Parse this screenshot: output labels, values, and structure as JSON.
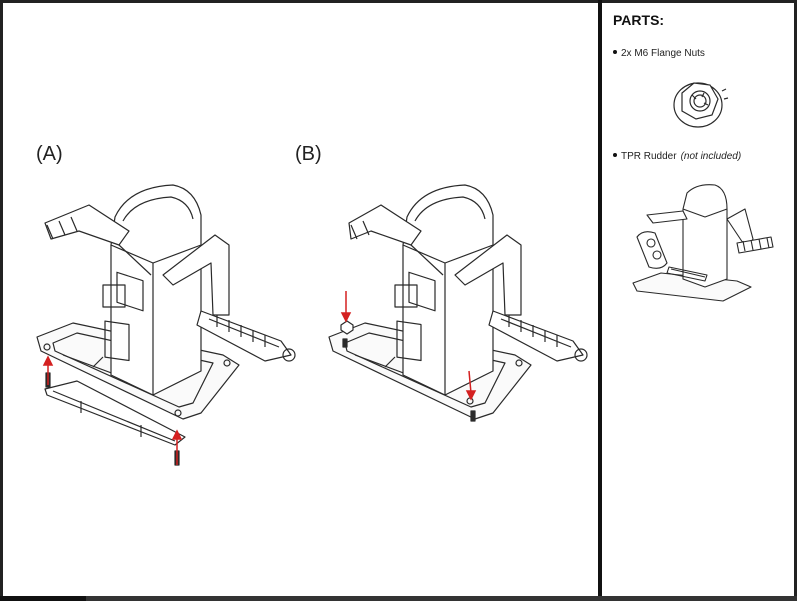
{
  "steps": [
    {
      "label": "(A)"
    },
    {
      "label": "(B)"
    }
  ],
  "parts": {
    "title": "PARTS:",
    "items": [
      {
        "name": "2x M6 Flange Nuts",
        "note": "",
        "icon": "flange-nut-icon"
      },
      {
        "name": "TPR Rudder",
        "note": "(not included)",
        "icon": "tpr-rudder-icon"
      }
    ]
  },
  "colors": {
    "line": "#2a2a2a",
    "arrow": "#d42020",
    "frame": "#111111"
  }
}
